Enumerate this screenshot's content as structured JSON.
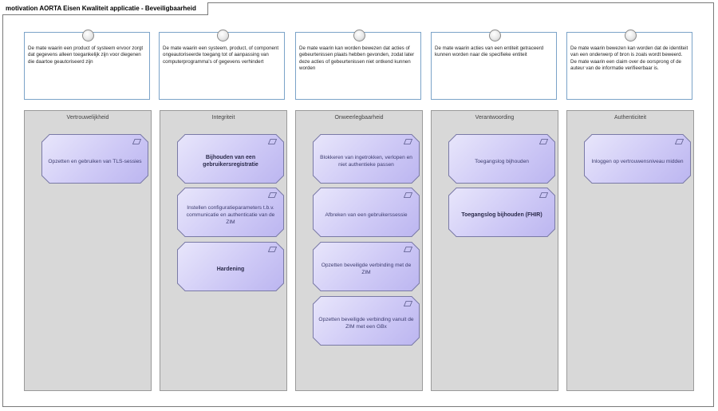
{
  "diagram": {
    "title": "motivation AORTA Eisen Kwaliteit applicatie - Beveiligbaarheid"
  },
  "principles": [
    {
      "text": "De mate waarin een product of systeem ervoor zorgt dat gegevens alleen toegankelijk zijn voor diegenen die daartoe geautoriseerd zijn"
    },
    {
      "text": "De mate waarin een systeem, product, of component ongeautoriseerde toegang tot of aanpassing van computerprogramma's of gegevens verhindert"
    },
    {
      "text": "De mate waarin kan worden bewezen dat acties of gebeurtenissen plaats hebben gevonden, zodat later deze acties of gebeurtenissen niet ontkend kunnen worden"
    },
    {
      "text": "De mate waarin acties van een entiteit getraceerd kunnen worden naar die specifieke entiteit"
    },
    {
      "text": "De mate waarin bewezen kan worden dat de identiteit van een onderwerp of bron is zoals wordt beweerd. De mate waarin een claim over de oorsprong of de auteur van de informatie verifieerbaar is."
    }
  ],
  "columns": [
    {
      "title": "Vertrouwelijkheid",
      "requirements": [
        {
          "label": "Opzetten en gebruiken van TLS-sessies",
          "bold": false
        }
      ]
    },
    {
      "title": "Integriteit",
      "requirements": [
        {
          "label": "Bijhouden van een gebruikersregistratie",
          "bold": true
        },
        {
          "label": "Instellen configuratieparameters t.b.v. communicatie en authenticatie van de ZIM",
          "bold": false
        },
        {
          "label": "Hardening",
          "bold": true
        }
      ]
    },
    {
      "title": "Onweerlegbaarheid",
      "requirements": [
        {
          "label": "Blokkeren van ingetrokken, verlopen en niet authentieke passen",
          "bold": false
        },
        {
          "label": "Afbreken van een gebruikerssessie",
          "bold": false
        },
        {
          "label": "Opzetten beveiligde verbinding met de ZIM",
          "bold": false
        },
        {
          "label": "Opzetten beveiligde verbinding vanuit de ZIM met een GBx",
          "bold": false
        }
      ]
    },
    {
      "title": "Verantwoording",
      "requirements": [
        {
          "label": "Toegangslog bijhouden",
          "bold": false
        },
        {
          "label": "Toegangslog bijhouden (FHIR)",
          "bold": true
        }
      ]
    },
    {
      "title": "Authenticiteit",
      "requirements": [
        {
          "label": "Inloggen op vertrouwensniveau midden",
          "bold": false
        }
      ]
    }
  ],
  "icons": {
    "principle": "principle-circle-icon",
    "requirement": "requirement-parallelogram-icon"
  }
}
